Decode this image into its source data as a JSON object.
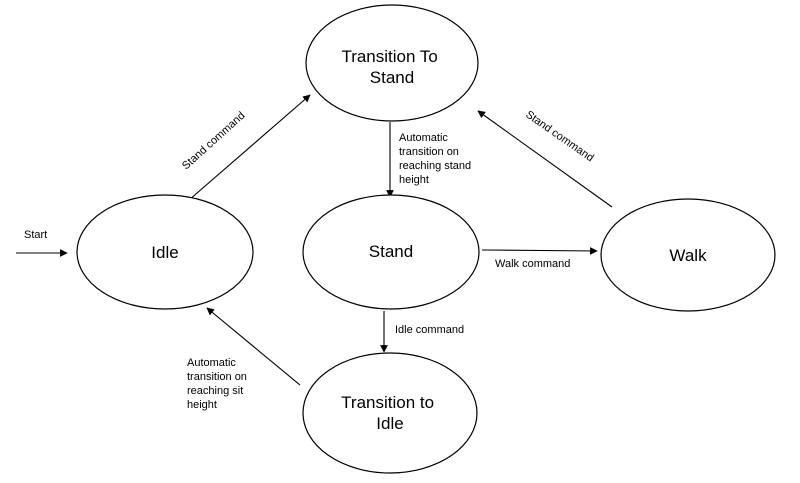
{
  "states": {
    "transition_to_stand": {
      "lines": [
        "Transition To",
        "Stand"
      ]
    },
    "idle": {
      "lines": [
        "Idle"
      ]
    },
    "stand": {
      "lines": [
        "Stand"
      ]
    },
    "walk": {
      "lines": [
        "Walk"
      ]
    },
    "transition_to_idle": {
      "lines": [
        "Transition to",
        "Idle"
      ]
    }
  },
  "transitions": {
    "start": {
      "lines": [
        "Start"
      ]
    },
    "idle_to_transition_to_stand": {
      "lines": [
        "Stand command"
      ]
    },
    "walk_to_transition_to_stand": {
      "lines": [
        "Stand command"
      ]
    },
    "transition_to_stand_to_stand": {
      "lines": [
        "Automatic",
        "transition on",
        "reaching stand",
        "height"
      ]
    },
    "stand_to_walk": {
      "lines": [
        "Walk command"
      ]
    },
    "stand_to_transition_to_idle": {
      "lines": [
        "Idle command"
      ]
    },
    "transition_to_idle_to_idle": {
      "lines": [
        "Automatic",
        "transition on",
        "reaching sit",
        "height"
      ]
    }
  },
  "colors": {
    "stroke": "#000000",
    "fill": "#ffffff",
    "background": "#ffffff"
  }
}
